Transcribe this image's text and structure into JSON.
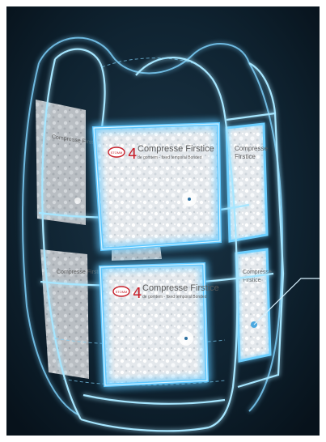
{
  "scene": {
    "background_color": "#0b1a26",
    "glow_color": "#4fc6ff",
    "outline_color": "#9fe3ff",
    "pack_color": "#e9ecef",
    "label_red": "#c8202a"
  },
  "packs": [
    {
      "brand": "Compresse Firstice",
      "tagline": "de gomtem - fixed temporal Bonded",
      "logo_text": "STOMM"
    },
    {
      "brand": "Compresse Firstice",
      "tagline": "de gomtem - fixed temporal Bonded",
      "logo_text": "STOMM"
    },
    {
      "brand": "Compresse Firstice",
      "tagline": "",
      "logo_text": ""
    },
    {
      "brand": "Compresse Firstice",
      "tagline": "",
      "logo_text": ""
    },
    {
      "brand": "Compresse Firstice",
      "tagline": "",
      "logo_text": ""
    },
    {
      "brand": "Compresse Firstice",
      "tagline": "",
      "logo_text": ""
    }
  ]
}
